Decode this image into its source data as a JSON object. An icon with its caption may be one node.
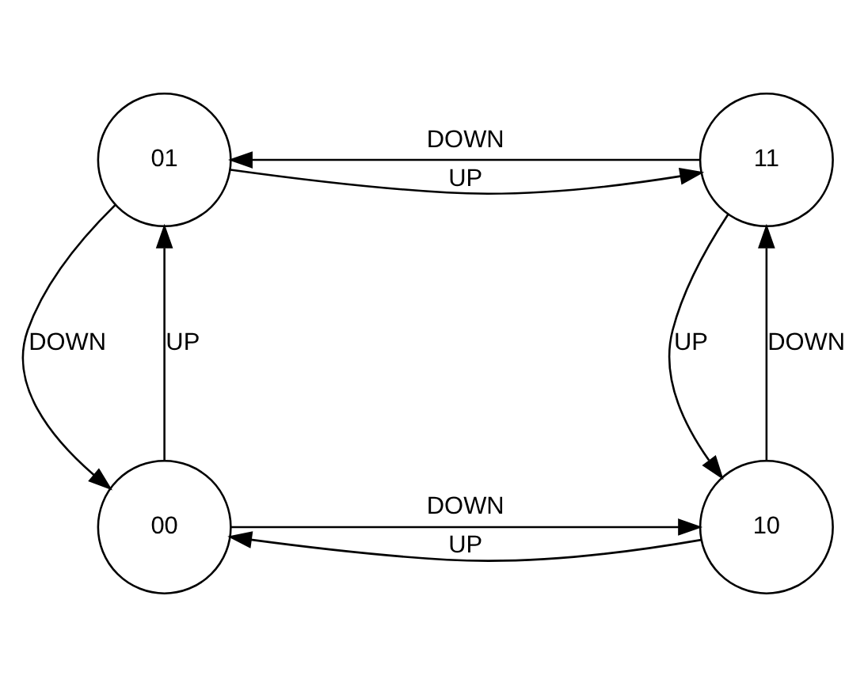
{
  "diagram": {
    "nodes": [
      {
        "text": [
          "01"
        ]
      },
      {
        "text": [
          "11"
        ]
      },
      {
        "text": [
          "00"
        ]
      },
      {
        "text": [
          "10"
        ]
      }
    ],
    "edges": [
      {
        "from": 0,
        "to": 1,
        "arrow": "to",
        "label": "UP"
      },
      {
        "from": 1,
        "to": 0,
        "arrow": "to",
        "label": "DOWN"
      },
      {
        "from": 2,
        "to": 0,
        "arrow": "to",
        "label": "UP"
      },
      {
        "from": 0,
        "to": 2,
        "arrow": "to",
        "label": "DOWN"
      },
      {
        "from": 3,
        "to": 1,
        "arrow": "to",
        "label": "DOWN"
      },
      {
        "from": 1,
        "to": 3,
        "arrow": "to",
        "label": "UP"
      },
      {
        "from": 2,
        "to": 3,
        "arrow": "to",
        "label": "DOWN"
      },
      {
        "from": 3,
        "to": 2,
        "arrow": "to",
        "label": "UP"
      }
    ]
  }
}
